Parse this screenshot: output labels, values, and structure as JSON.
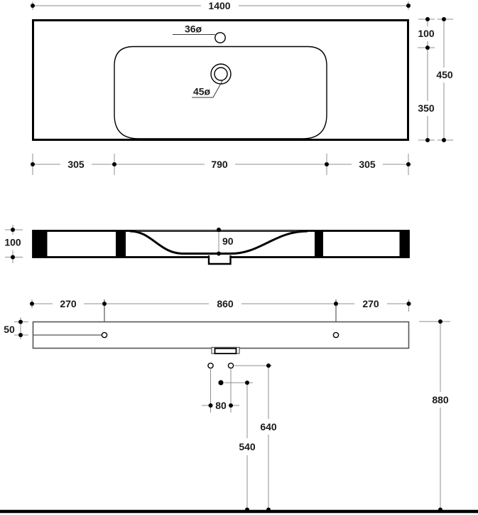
{
  "top_view": {
    "overall_width": "1400",
    "tap_hole_diameter": "36ø",
    "drain_diameter": "45ø",
    "edge_to_basin": "100",
    "overall_depth": "450",
    "basin_to_front": "350",
    "left_margin": "305",
    "basin_width": "790",
    "right_margin": "305"
  },
  "front_view": {
    "overall_height": "100",
    "basin_inner_depth": "90"
  },
  "bottom_view": {
    "left_hole_offset": "270",
    "hole_spacing": "860",
    "right_hole_offset": "270",
    "hole_edge_offset": "50",
    "drain_hole_spacing": "80",
    "rim_height": "880",
    "fixing_height": "640",
    "drain_height": "540"
  },
  "colors": {
    "object_line": "#000000",
    "dimension_line": "#8f8f8f",
    "text": "#1a1a1a",
    "background": "#ffffff"
  }
}
